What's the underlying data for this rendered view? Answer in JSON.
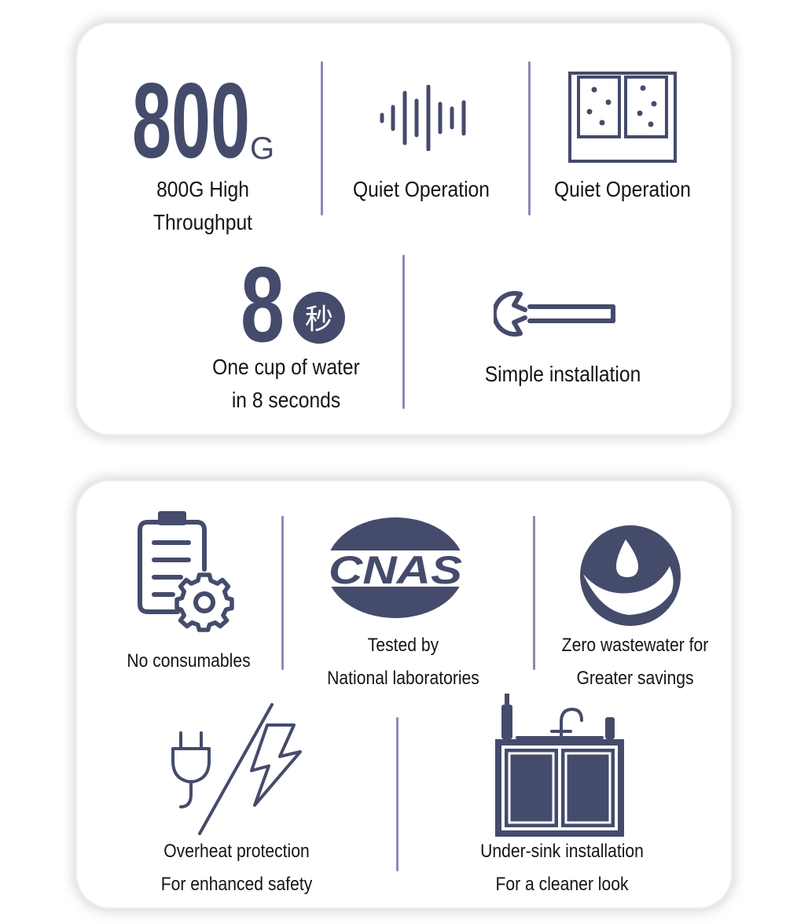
{
  "top_panel": {
    "feature_800g": {
      "icon_main": "800",
      "icon_sub": "G",
      "line1": "800G High",
      "line2": "Throughput"
    },
    "feature_quiet": {
      "line1": "Quiet Operation"
    },
    "feature_filter": {
      "line1": "Quiet Operation"
    },
    "feature_cup": {
      "icon_digit": "8",
      "icon_badge": "秒",
      "line1": "One cup of water",
      "line2": "in 8 seconds"
    },
    "feature_install": {
      "line1": "Simple installation"
    }
  },
  "bottom_panel": {
    "no_consumables": {
      "line1": "No consumables"
    },
    "cnas": {
      "logo_text": "CNAS",
      "line1": "Tested by",
      "line2": "National laboratories"
    },
    "zero_waste": {
      "line1": "Zero wastewater for",
      "line2": "Greater savings"
    },
    "overheat": {
      "line1": "Overheat protection",
      "line2": "For enhanced safety"
    },
    "under_sink": {
      "line1": "Under-sink installation",
      "line2": "For a cleaner look"
    }
  },
  "colors": {
    "icon": "#454b6b",
    "divider": "#8a8bb6",
    "text": "#151515"
  },
  "icons": [
    "waveform-icon",
    "filter-panel-icon",
    "wrench-icon",
    "battery-gear-icon",
    "cnas-logo",
    "water-drop-icon",
    "plug-icon",
    "lightning-icon",
    "sink-cabinet-icon"
  ]
}
